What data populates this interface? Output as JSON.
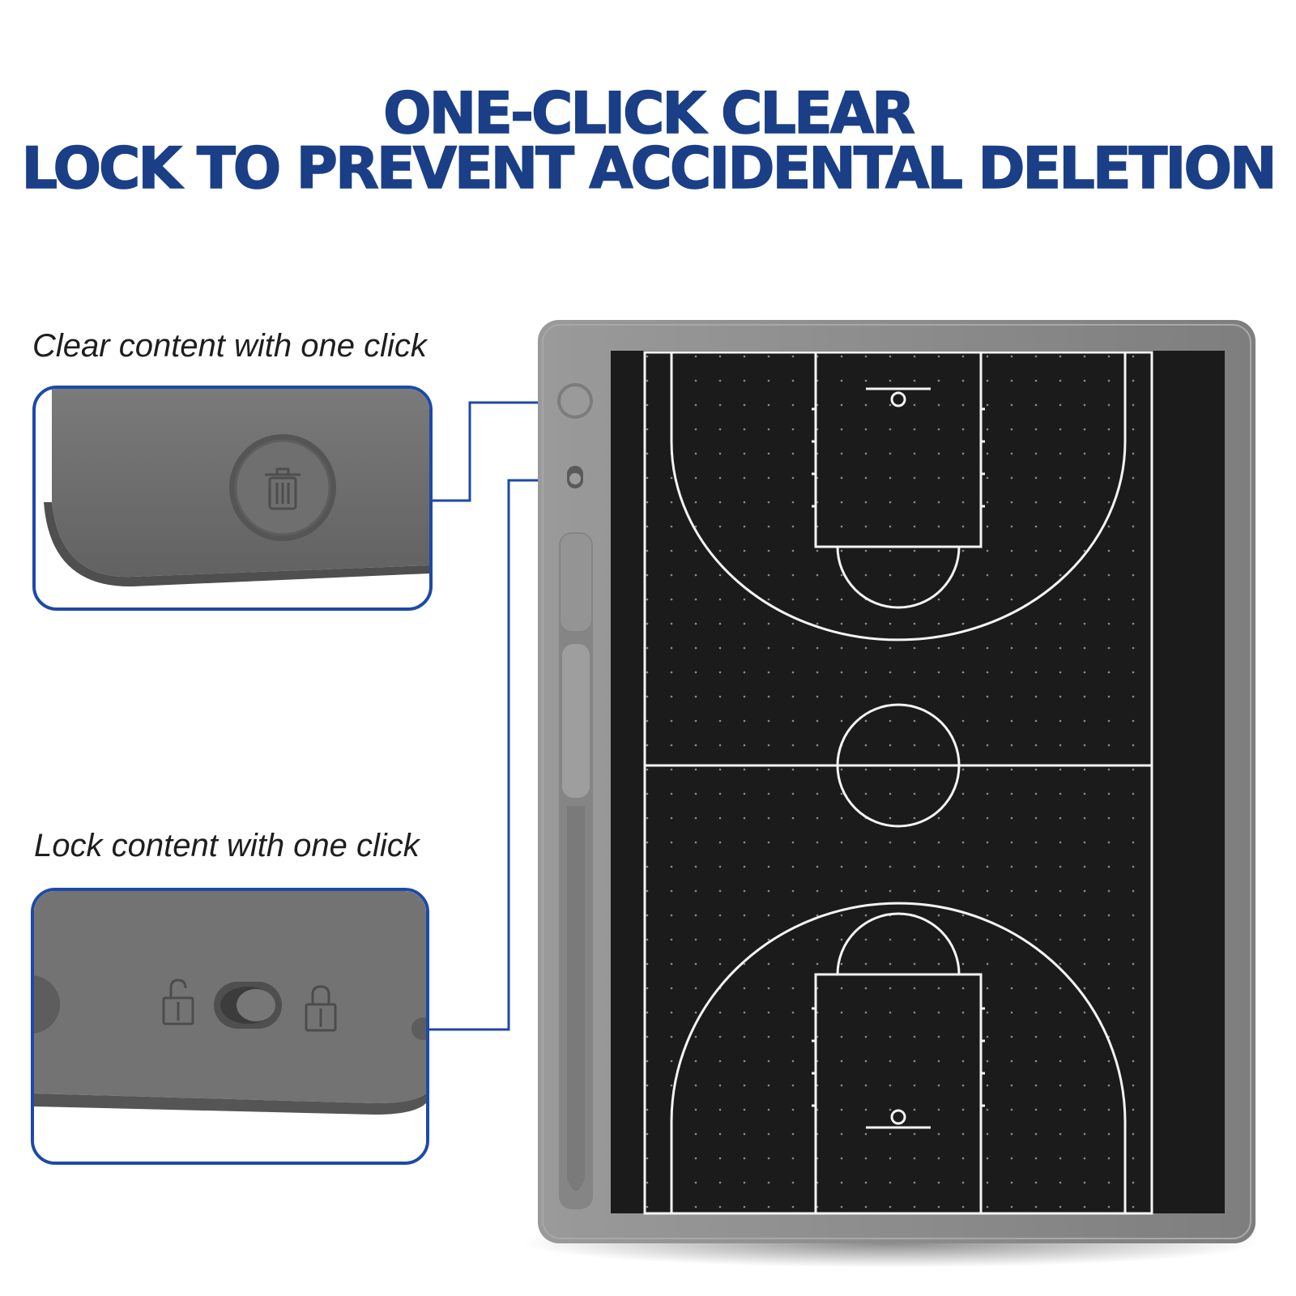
{
  "headline": {
    "line1": "ONE-CLICK CLEAR",
    "line2": "LOCK TO PREVENT ACCIDENTAL DELETION"
  },
  "callouts": [
    {
      "caption": "Clear content with one click",
      "icon": "trash-icon"
    },
    {
      "caption": "Lock content with one click",
      "icons": [
        "unlock-icon",
        "lock-icon"
      ]
    }
  ],
  "colors": {
    "accent": "#1d4aa8",
    "headline": "#1a3f86",
    "tablet_frame": "#8a8a8a",
    "screen": "#1a1a1a",
    "court_lines": "#ffffff"
  }
}
